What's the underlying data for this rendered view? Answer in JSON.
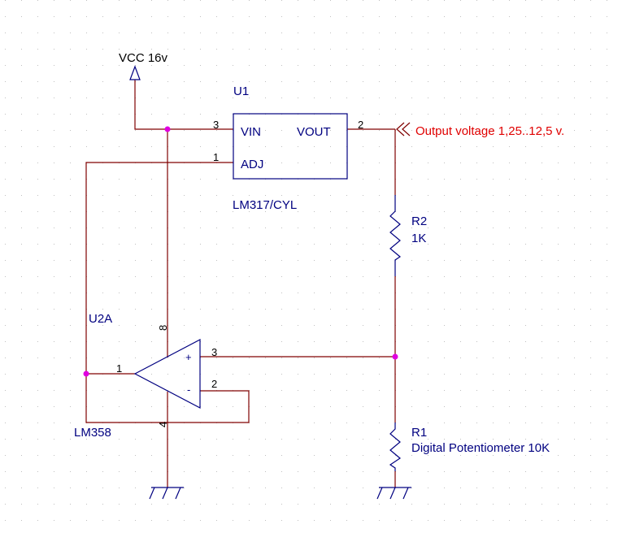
{
  "power": {
    "vcc_label": "VCC 16v"
  },
  "regulator": {
    "refdes": "U1",
    "part": "LM317/CYL",
    "pin_vin": "VIN",
    "pin_vout": "VOUT",
    "pin_adj": "ADJ",
    "num_vin": "3",
    "num_vout": "2",
    "num_adj": "1"
  },
  "opamp": {
    "refdes": "U2A",
    "part": "LM358",
    "num_out": "1",
    "num_plus": "3",
    "num_minus": "2",
    "num_vplus": "8",
    "num_vminus": "4",
    "plus_sign": "+",
    "minus_sign": "-"
  },
  "output": {
    "label": "Output voltage 1,25..12,5 v."
  },
  "r2": {
    "refdes": "R2",
    "value": "1K"
  },
  "r1": {
    "refdes": "R1",
    "value": "Digital Potentiometer 10K"
  },
  "colors": {
    "wire": "#800000",
    "part": "#000080",
    "junction": "#e000e0",
    "net_label": "#e00000",
    "grid": "#c0c0c0"
  }
}
